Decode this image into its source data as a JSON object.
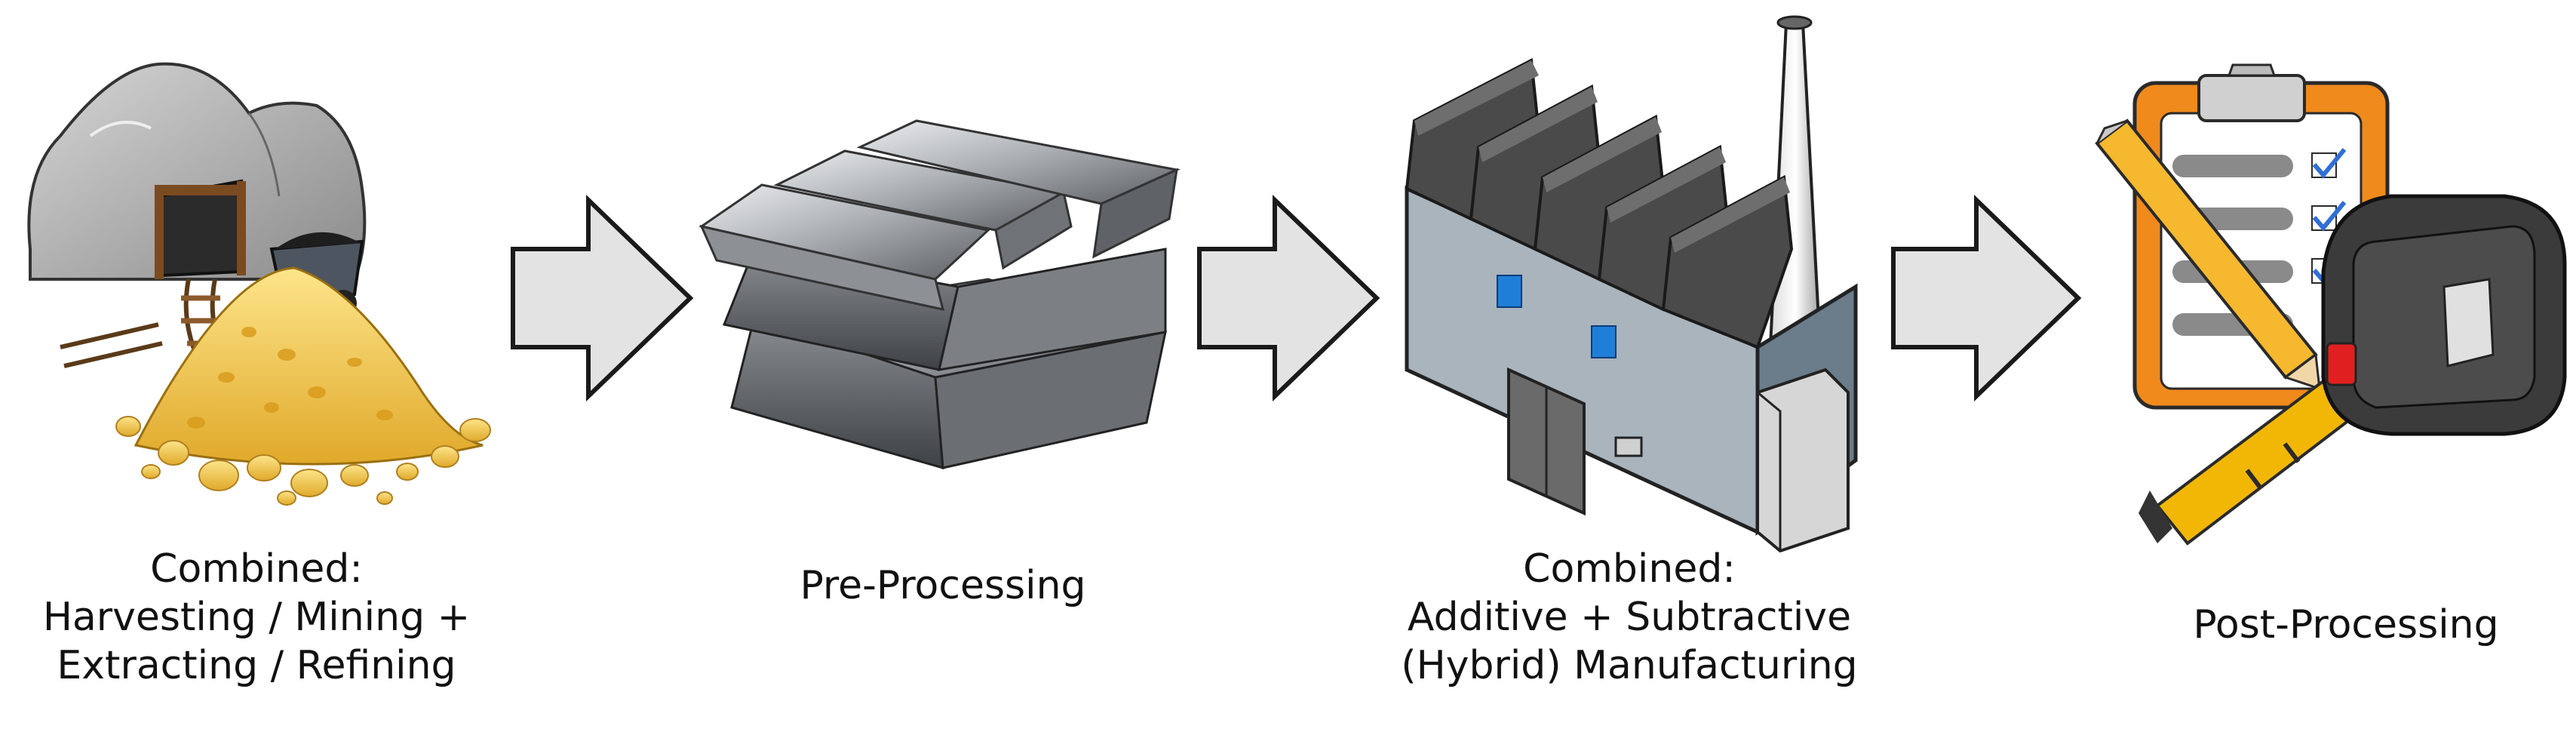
{
  "stages": [
    {
      "id": "harvest",
      "icon": "mine-ore-icon",
      "lines": [
        "Combined:",
        "Harvesting / Mining +",
        "Extracting / Refining"
      ]
    },
    {
      "id": "preprocess",
      "icon": "metal-ingots-icon",
      "lines": [
        "Pre-Processing"
      ]
    },
    {
      "id": "hybrid",
      "icon": "factory-icon",
      "lines": [
        "Combined:",
        "Additive + Subtractive",
        "(Hybrid) Manufacturing"
      ]
    },
    {
      "id": "postprocess",
      "icon": "checklist-measure-icon",
      "lines": [
        "Post-Processing"
      ]
    }
  ],
  "arrows": [
    {
      "from": "harvest",
      "to": "preprocess",
      "icon": "arrow-right-icon"
    },
    {
      "from": "preprocess",
      "to": "hybrid",
      "icon": "arrow-right-icon"
    },
    {
      "from": "hybrid",
      "to": "postprocess",
      "icon": "arrow-right-icon"
    }
  ],
  "colors": {
    "arrow_fill": "#e3e3e3",
    "arrow_stroke": "#1a1a1a",
    "gold": "#f2c94c",
    "rock": "#a9a9a9",
    "steel": "#9ea1a5",
    "factory_roof": "#4a4a4a",
    "factory_wall": "#a9b4bd",
    "clipboard_orange": "#f08a1c",
    "tape_body": "#3b3b3b",
    "tape_yellow": "#f2b705",
    "check_blue": "#2f6fd6"
  }
}
